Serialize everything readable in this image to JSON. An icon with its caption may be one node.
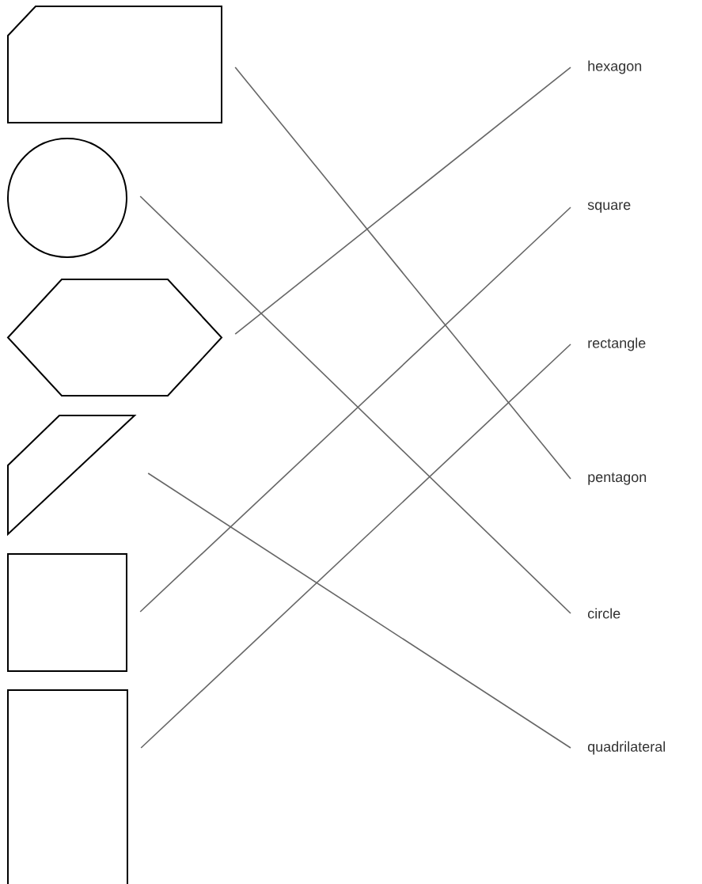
{
  "diagram": {
    "nodes": [
      {
        "text": [],
        "shape": "pentagon"
      },
      {
        "text": [],
        "shape": "circle"
      },
      {
        "text": [],
        "shape": "hexagon"
      },
      {
        "text": [],
        "shape": "parallelogram"
      },
      {
        "text": [],
        "shape": "square"
      },
      {
        "text": [],
        "shape": "rectangle"
      },
      {
        "text": [
          "hexagon"
        ]
      },
      {
        "text": [
          "square"
        ]
      },
      {
        "text": [
          "rectangle"
        ]
      },
      {
        "text": [
          "pentagon"
        ]
      },
      {
        "text": [
          "circle"
        ]
      },
      {
        "text": [
          "quadrilateral"
        ]
      }
    ],
    "edges": [
      {
        "from": 0,
        "to": 9,
        "arrow": "none"
      },
      {
        "from": 1,
        "to": 10,
        "arrow": "none"
      },
      {
        "from": 2,
        "to": 6,
        "arrow": "none"
      },
      {
        "from": 3,
        "to": 11,
        "arrow": "none"
      },
      {
        "from": 4,
        "to": 7,
        "arrow": "none"
      },
      {
        "from": 5,
        "to": 8,
        "arrow": "none"
      }
    ]
  }
}
